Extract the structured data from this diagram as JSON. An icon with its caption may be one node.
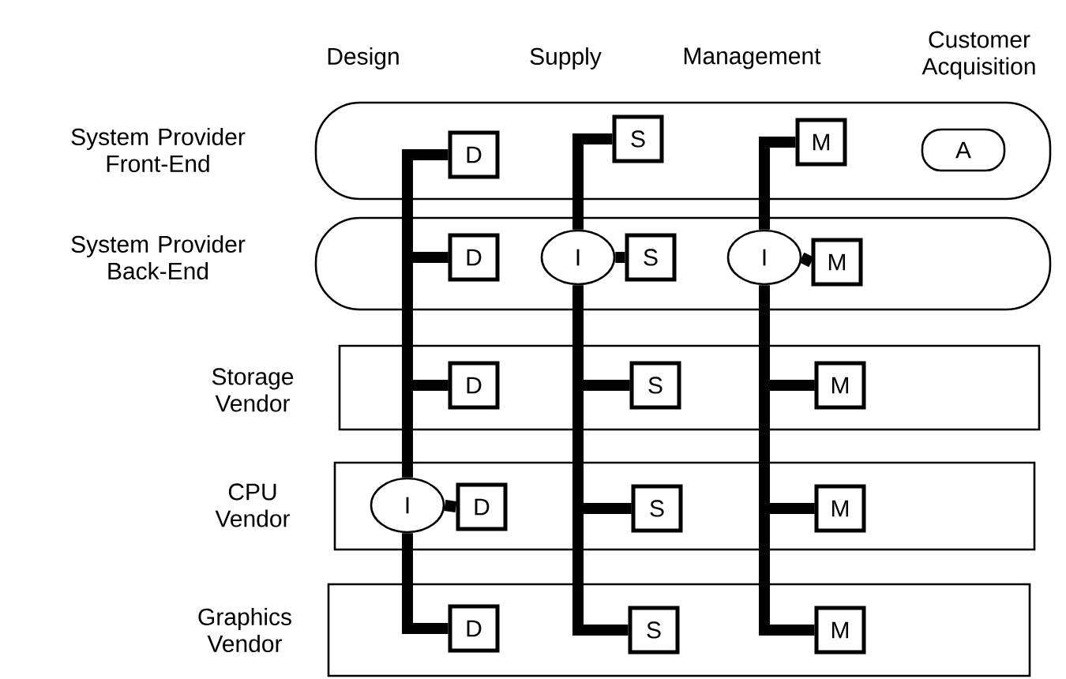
{
  "diagram": {
    "nodes": [
      {
        "text": [
          "System Provider Front-End"
        ]
      },
      {
        "text": [
          "D"
        ],
        "in": 0
      },
      {
        "text": [
          "S"
        ],
        "in": 0
      },
      {
        "text": [
          "M"
        ],
        "in": 0
      },
      {
        "text": [
          "A"
        ],
        "in": 0
      },
      {
        "text": [
          "System Provider Back-End"
        ]
      },
      {
        "text": [
          "D"
        ],
        "in": 5
      },
      {
        "text": [
          "I"
        ],
        "in": 5
      },
      {
        "text": [
          "S"
        ],
        "in": 5
      },
      {
        "text": [
          "I"
        ],
        "in": 5
      },
      {
        "text": [
          "M"
        ],
        "in": 5
      },
      {
        "text": [
          "Storage Vendor"
        ]
      },
      {
        "text": [
          "D"
        ],
        "in": 11
      },
      {
        "text": [
          "S"
        ],
        "in": 11
      },
      {
        "text": [
          "M"
        ],
        "in": 11
      },
      {
        "text": [
          "CPU Vendor"
        ]
      },
      {
        "text": [
          "I"
        ],
        "in": 15
      },
      {
        "text": [
          "D"
        ],
        "in": 15
      },
      {
        "text": [
          "S"
        ],
        "in": 15
      },
      {
        "text": [
          "M"
        ],
        "in": 15
      },
      {
        "text": [
          "Graphics Vendor"
        ]
      },
      {
        "text": [
          "D"
        ],
        "in": 20
      },
      {
        "text": [
          "S"
        ],
        "in": 20
      },
      {
        "text": [
          "M"
        ],
        "in": 20
      }
    ],
    "edges": [
      {
        "from": 1,
        "to": 6,
        "arrow": "none"
      },
      {
        "from": 6,
        "to": 12,
        "arrow": "none"
      },
      {
        "from": 12,
        "to": 16,
        "arrow": "none"
      },
      {
        "from": 16,
        "to": 17,
        "arrow": "none"
      },
      {
        "from": 16,
        "to": 21,
        "arrow": "none"
      },
      {
        "from": 2,
        "to": 7,
        "arrow": "none"
      },
      {
        "from": 7,
        "to": 8,
        "arrow": "none"
      },
      {
        "from": 7,
        "to": 13,
        "arrow": "none"
      },
      {
        "from": 13,
        "to": 18,
        "arrow": "none"
      },
      {
        "from": 18,
        "to": 22,
        "arrow": "none"
      },
      {
        "from": 3,
        "to": 9,
        "arrow": "none"
      },
      {
        "from": 9,
        "to": 10,
        "arrow": "none"
      },
      {
        "from": 9,
        "to": 14,
        "arrow": "none"
      },
      {
        "from": 14,
        "to": 19,
        "arrow": "none"
      },
      {
        "from": 19,
        "to": 23,
        "arrow": "none"
      }
    ],
    "labels": [
      "Design",
      "Supply",
      "Management",
      "Customer Acquisition"
    ]
  }
}
